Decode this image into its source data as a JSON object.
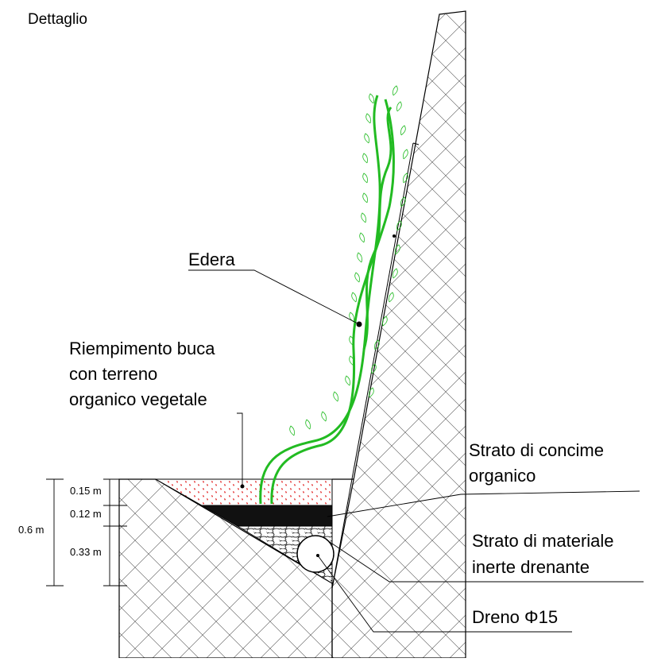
{
  "title": "Dettaglio",
  "labels": {
    "edera": "Edera",
    "riempimento_1": "Riempimento buca",
    "riempimento_2": "con terreno",
    "riempimento_3": "organico vegetale",
    "concime_1": "Strato di concime",
    "concime_2": "organico",
    "materiale_1": "Strato di materiale",
    "materiale_2": "inerte drenante",
    "dreno": "Dreno Φ15"
  },
  "dimensions": {
    "total": "0.6 m",
    "top_layer": "0.15 m",
    "mid_layer": "0.12 m",
    "bottom_layer": "0.33 m"
  },
  "colors": {
    "line": "#000000",
    "plant": "#22bb22",
    "soil_dots": "#dd0000",
    "fertilizer": "#111111"
  }
}
